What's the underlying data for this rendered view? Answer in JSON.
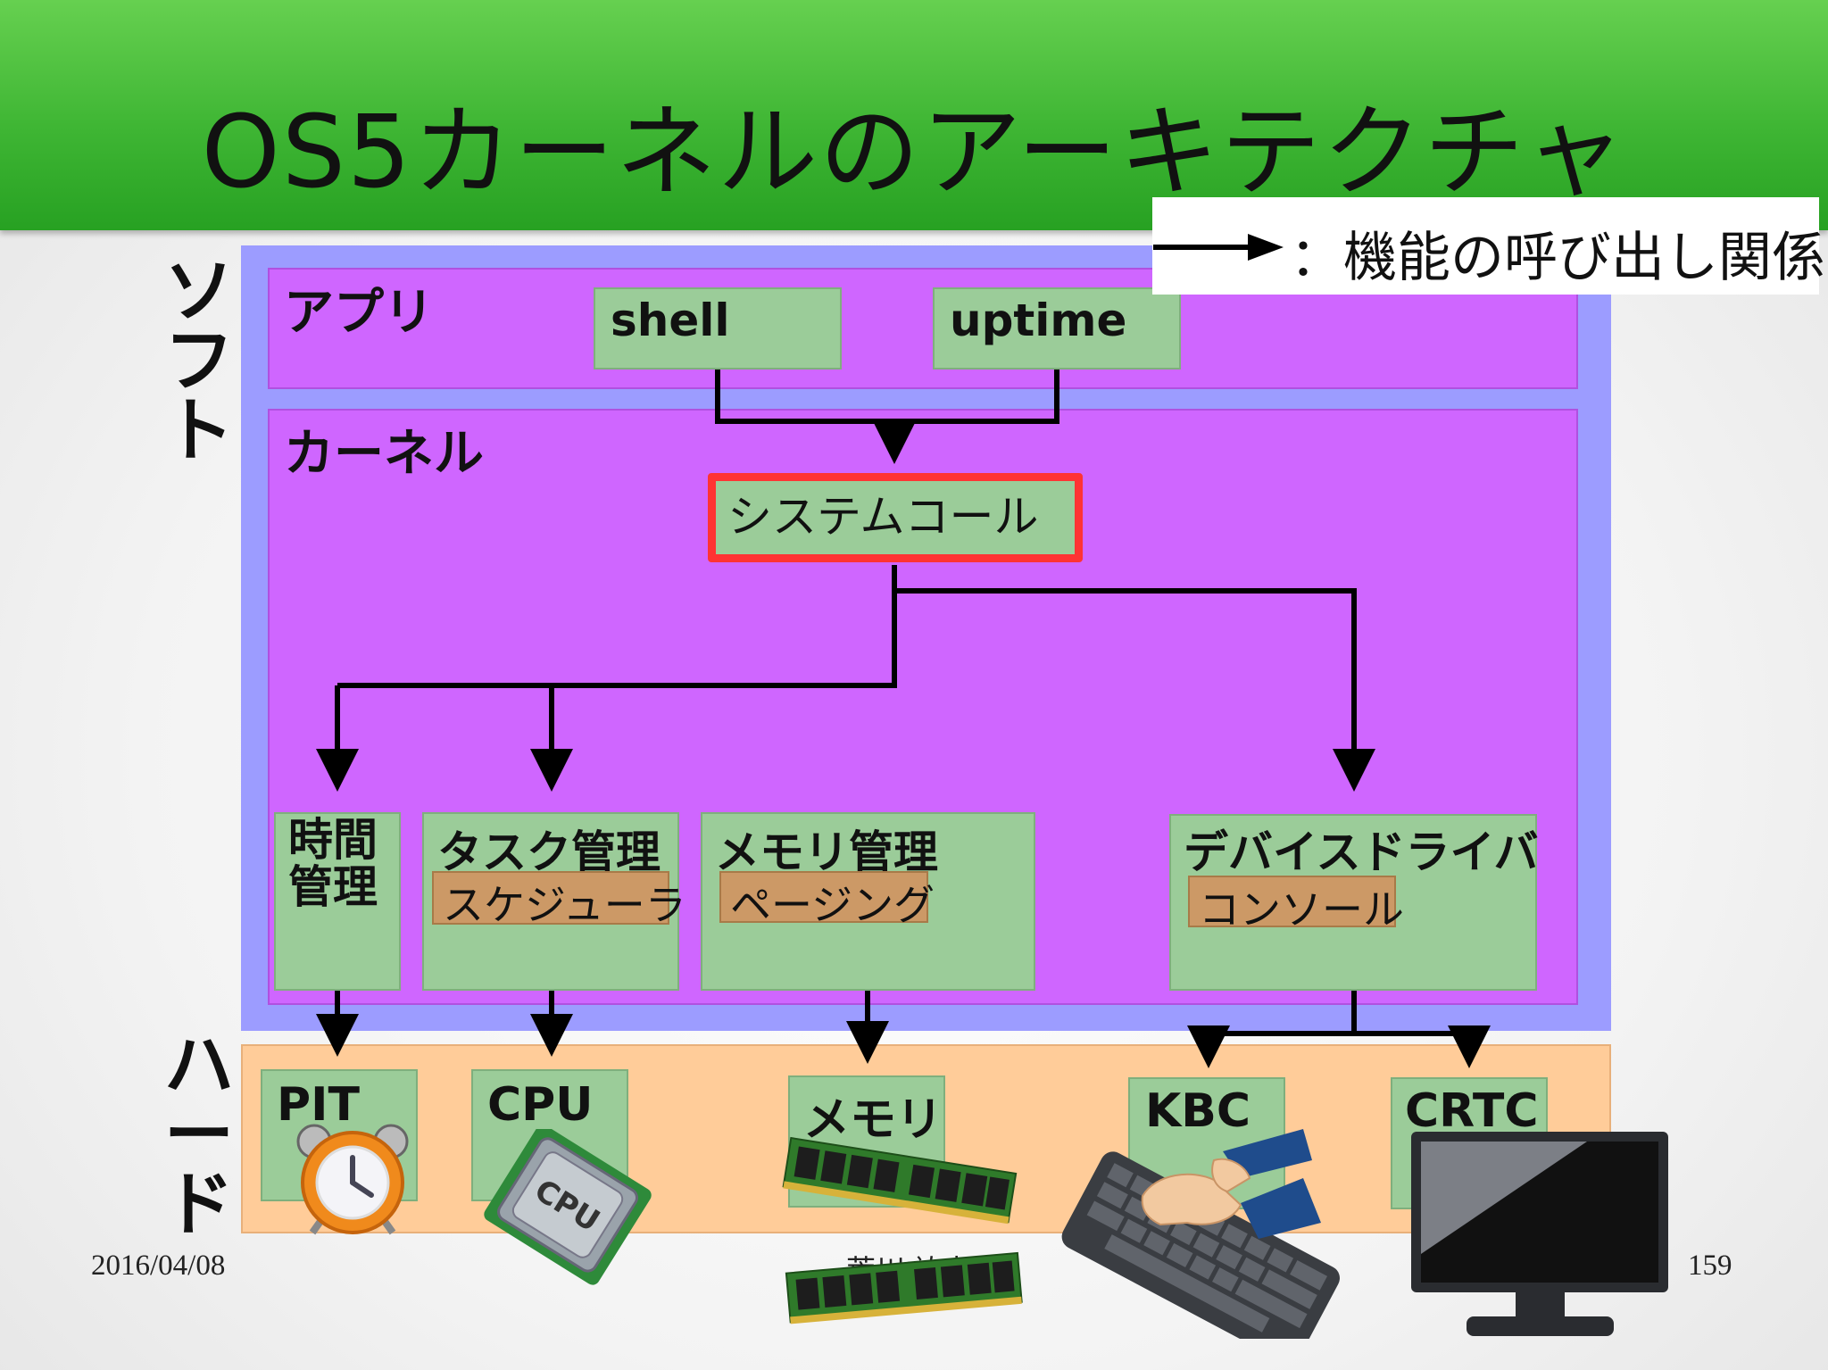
{
  "title": "OS5カーネルのアーキテクチャ",
  "legend": {
    "text": "：機能の呼び出し関係"
  },
  "side_labels": {
    "soft": [
      "ソ",
      "フ",
      "ト"
    ],
    "hard": [
      "ハ",
      "ー",
      "ド"
    ]
  },
  "app_layer": {
    "label": "アプリ",
    "apps": [
      "shell",
      "uptime"
    ]
  },
  "kernel_layer": {
    "label": "カーネル",
    "syscall": "システムコール",
    "modules": {
      "time": "時間\n管理",
      "task": {
        "label": "タスク管理",
        "sub": "スケジューラ"
      },
      "memory": {
        "label": "メモリ管理",
        "sub": "ページング"
      },
      "device": {
        "label": "デバイスドライバ",
        "sub": "コンソール"
      }
    }
  },
  "hardware": [
    "PIT",
    "CPU",
    "メモリ",
    "KBC",
    "CRTC"
  ],
  "footer": {
    "date": "2016/04/08",
    "author": "荒川 祐吉",
    "page": "159"
  },
  "colors": {
    "header_green": "#3fb634",
    "software_bg": "#9c9cff",
    "layer_purple": "#cf66ff",
    "box_green": "#9bcc99",
    "sub_brown": "#cc9966",
    "hardware_bg": "#ffcc99",
    "syscall_border": "#ff3333"
  }
}
